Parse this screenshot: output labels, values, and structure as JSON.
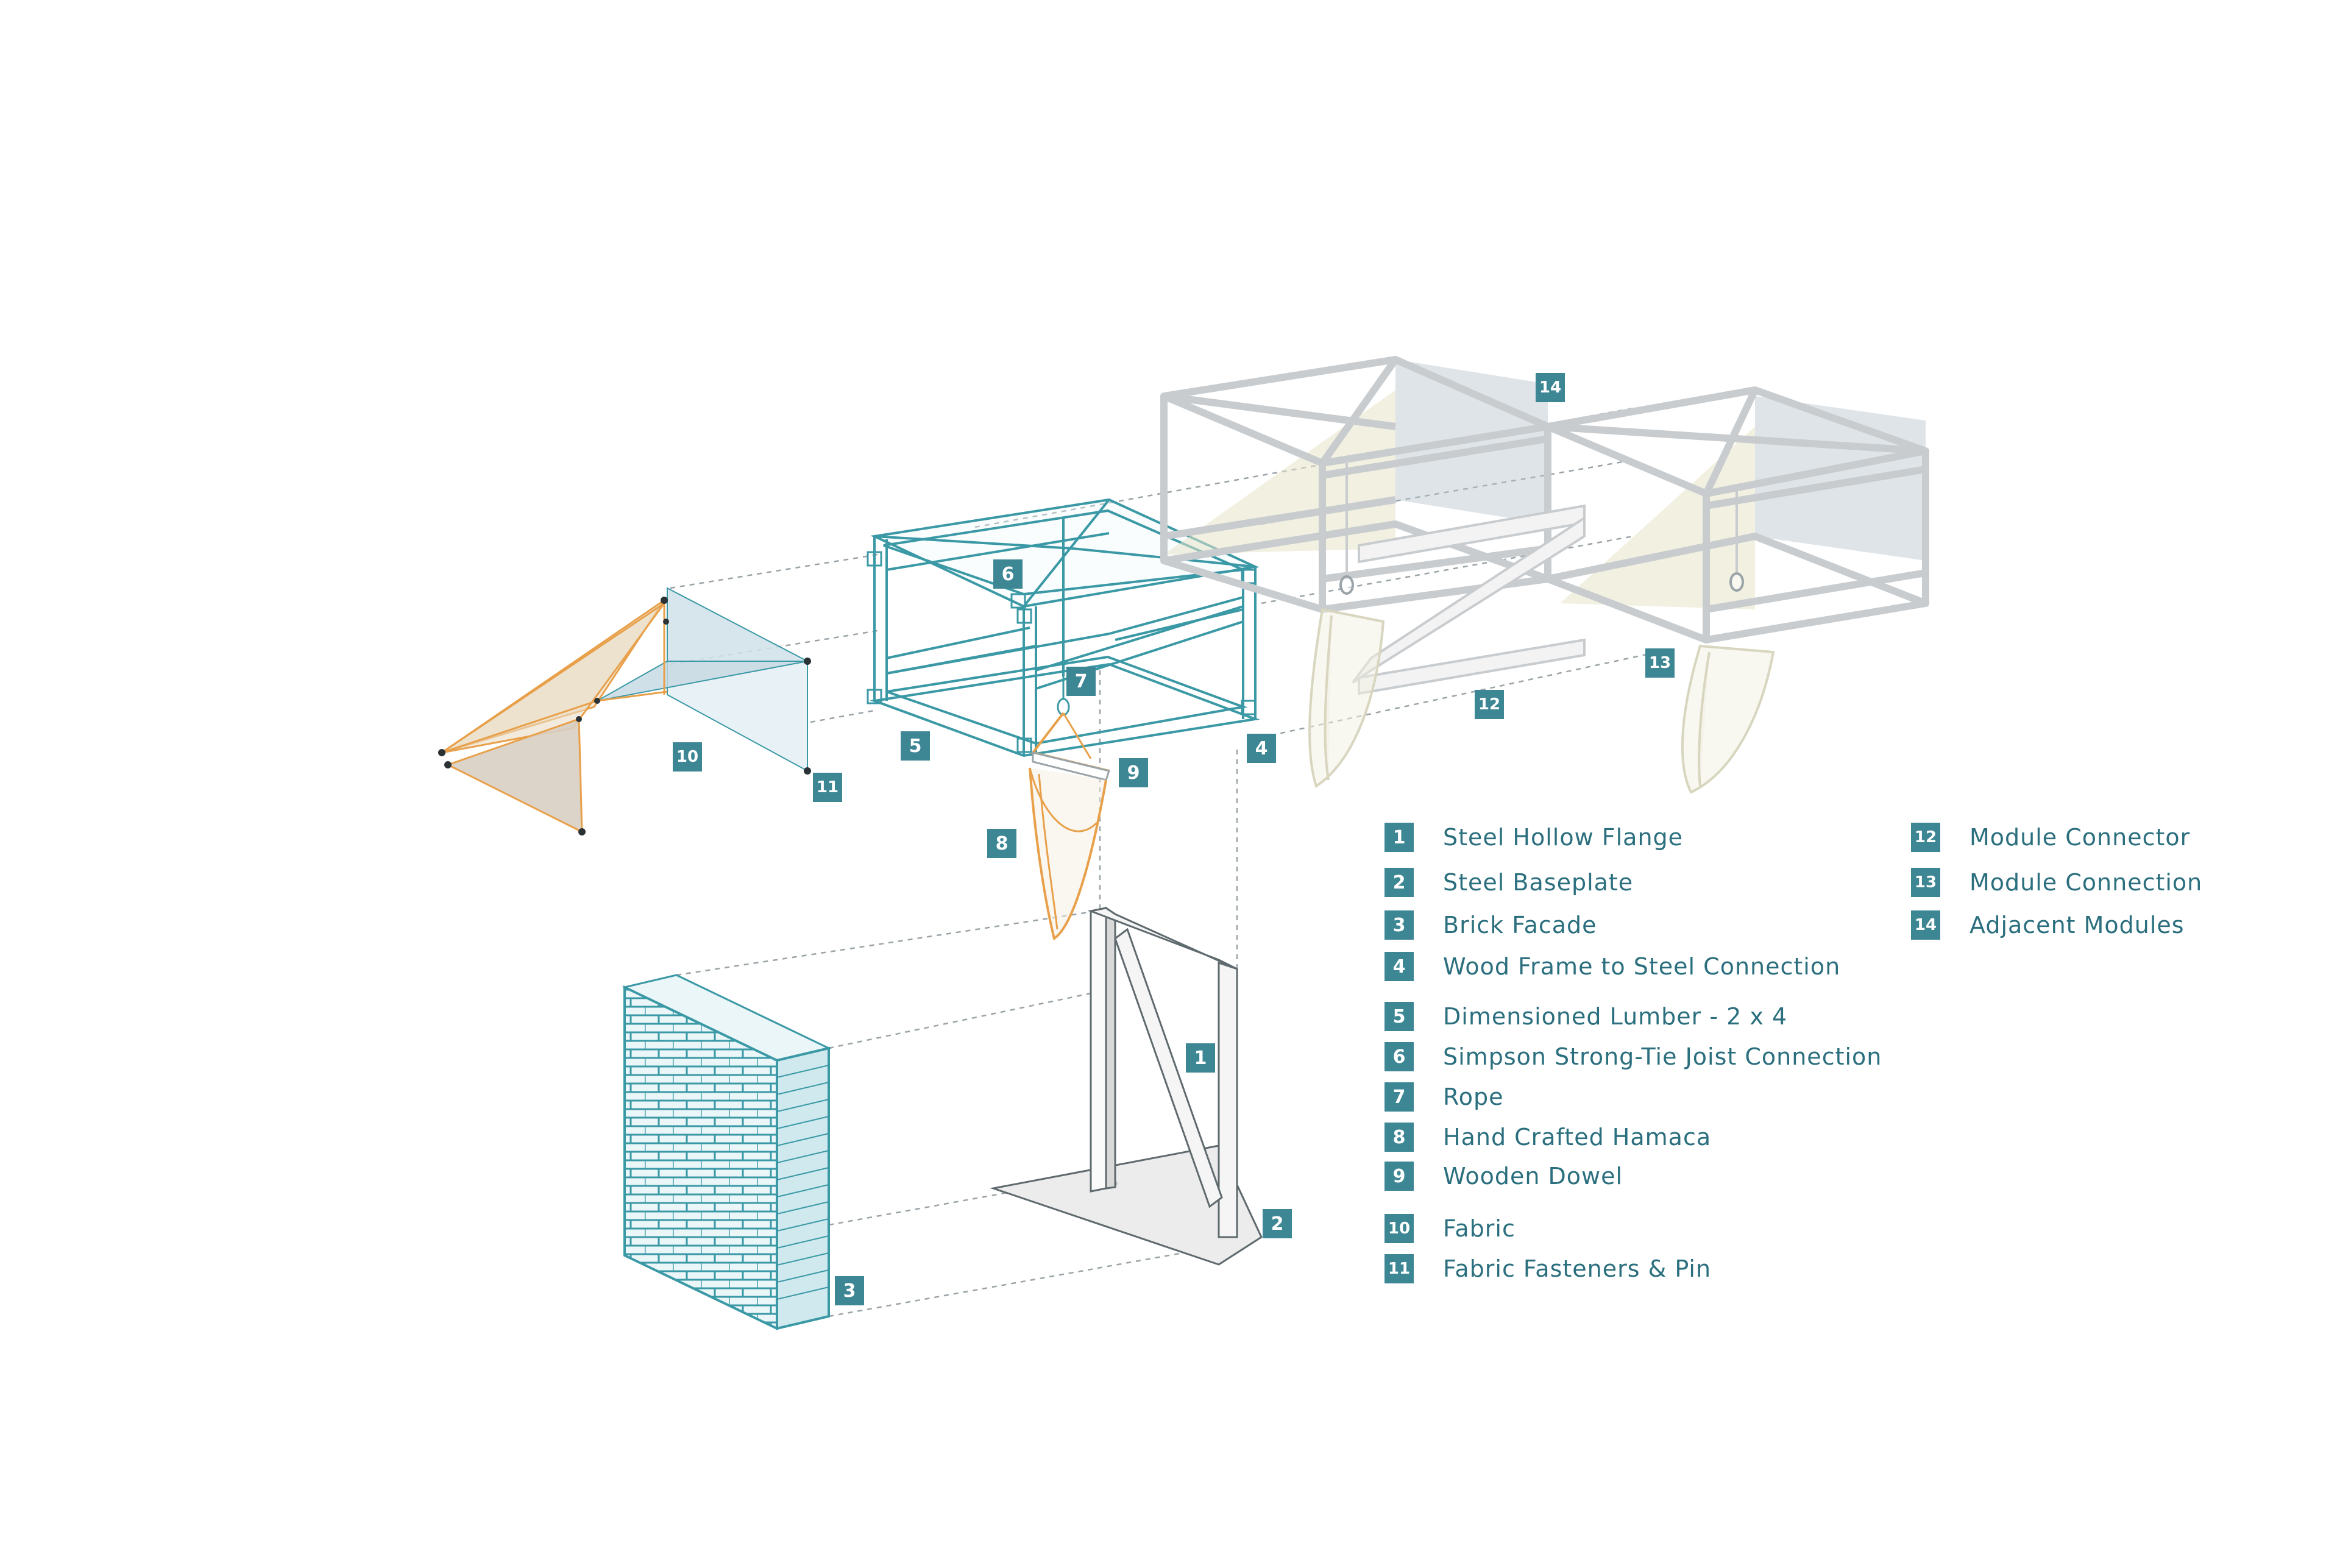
{
  "colors": {
    "teal": "#3d8694",
    "teal_line": "#3b99a6",
    "orange": "#e8a04a",
    "grey_frame": "#c9cccf",
    "label_text": "#2b6f7e"
  },
  "legend": [
    {
      "num": "1",
      "label": "Steel Hollow Flange"
    },
    {
      "num": "2",
      "label": "Steel Baseplate"
    },
    {
      "num": "3",
      "label": "Brick Facade"
    },
    {
      "num": "4",
      "label": "Wood Frame to Steel Connection"
    },
    {
      "num": "5",
      "label": "Dimensioned Lumber - 2 x 4"
    },
    {
      "num": "6",
      "label": "Simpson Strong-Tie Joist Connection"
    },
    {
      "num": "7",
      "label": "Rope"
    },
    {
      "num": "8",
      "label": "Hand Crafted Hamaca"
    },
    {
      "num": "9",
      "label": "Wooden Dowel"
    },
    {
      "num": "10",
      "label": "Fabric"
    },
    {
      "num": "11",
      "label": "Fabric Fasteners & Pin"
    },
    {
      "num": "12",
      "label": "Module Connector"
    },
    {
      "num": "13",
      "label": "Module Connection"
    },
    {
      "num": "14",
      "label": "Adjacent Modules"
    }
  ],
  "tags": {
    "t1": "1",
    "t2": "2",
    "t3": "3",
    "t4": "4",
    "t5": "5",
    "t6": "6",
    "t7": "7",
    "t8": "8",
    "t9": "9",
    "t10": "10",
    "t11": "11",
    "t12": "12",
    "t13": "13",
    "t14": "14"
  }
}
